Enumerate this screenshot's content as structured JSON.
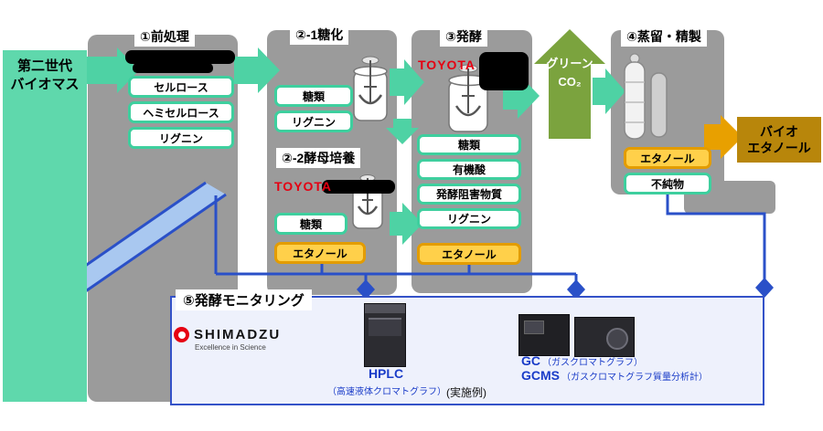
{
  "colors": {
    "teal": "#4ed2a4",
    "teal_box": "#5fd8ac",
    "gold": "#e8a000",
    "gold_fill": "#ffd04a",
    "olive_green": "#7ba33e",
    "brown_gold": "#b8860b",
    "blue": "#2a50c8",
    "gray": "#9b9b9b",
    "toyota_red": "#e50012",
    "shimadzu_red": "#e60012"
  },
  "source": {
    "label": "第二世代\nバイオマス"
  },
  "stages": [
    {
      "label": "①前処理",
      "items": [
        "セルロース",
        "ヘミセルロース",
        "リグニン"
      ]
    },
    {
      "label": "②-1糖化",
      "items": [
        "糖類",
        "リグニン"
      ]
    },
    {
      "label": "②-2酵母培養",
      "brand": "TOYOTA",
      "items": [
        "糖類",
        "エタノール"
      ]
    },
    {
      "label": "③発酵",
      "brand": "TOYOTA",
      "items": [
        "糖類",
        "有機酸",
        "発酵阻害物質",
        "リグニン",
        "エタノール"
      ]
    },
    {
      "label": "④蒸留・精製",
      "items": [
        "エタノール",
        "不純物"
      ]
    }
  ],
  "co2": {
    "label": "グリーン\nCO₂"
  },
  "output": {
    "label": "バイオ\nエタノール"
  },
  "monitoring": {
    "label": "⑤発酵モニタリング",
    "vendor": {
      "name": "SHIMADZU",
      "tagline": "Excellence in Science"
    },
    "instruments": [
      {
        "name": "HPLC",
        "desc": "（高速液体クロマトグラフ）"
      },
      {
        "name": "GC",
        "desc": "（ガスクロマトグラフ）"
      },
      {
        "name": "GCMS",
        "desc": "（ガスクロマトグラフ質量分析計）"
      }
    ],
    "note": "(実施例)"
  }
}
